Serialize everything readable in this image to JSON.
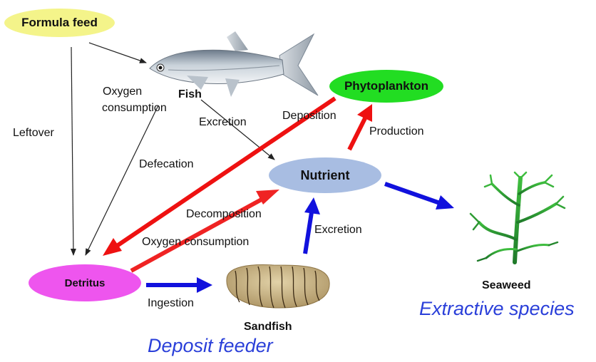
{
  "nodes": {
    "formula_feed": "Formula feed",
    "phytoplankton": "Phytoplankton",
    "nutrient": "Nutrient",
    "detritus": "Detritus"
  },
  "organisms": {
    "fish": "Fish",
    "sandfish": "Sandfish",
    "seaweed": "Seaweed"
  },
  "processes": {
    "leftover": "Leftover",
    "oxygen_consumption_1": "Oxygen",
    "oxygen_consumption_2": "consumption",
    "excretion_fish": "Excretion",
    "deposition": "Deposition",
    "production": "Production",
    "defecation": "Defecation",
    "decomposition": "Decomposition",
    "oxygen_consumption_detritus": "Oxygen consumption",
    "excretion_sandfish": "Excretion",
    "ingestion": "Ingestion"
  },
  "groups": {
    "deposit_feeder": "Deposit feeder",
    "extractive_species": "Extractive species"
  },
  "colors": {
    "formula_feed": "#f4f48a",
    "phytoplankton": "#22dd22",
    "nutrient": "#a8bde2",
    "detritus": "#ee55ee",
    "red_arrow": "#ee1111",
    "blue_arrow": "#1111dd",
    "group_text": "#2a3fd9"
  }
}
